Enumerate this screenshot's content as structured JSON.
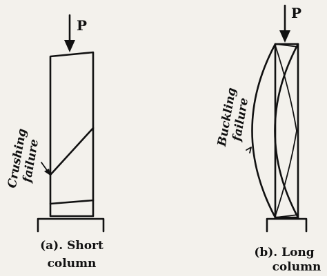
{
  "short_column": {
    "load_label": "P",
    "failure_label_line1": "Crushing",
    "failure_label_line2": "failure",
    "caption_line1": "(a). Short",
    "caption_line2": "column"
  },
  "long_column": {
    "load_label": "P",
    "failure_label_line1": "Buckling",
    "failure_label_line2": "failure",
    "caption_line1": "(b). Long",
    "caption_line2": "column"
  }
}
